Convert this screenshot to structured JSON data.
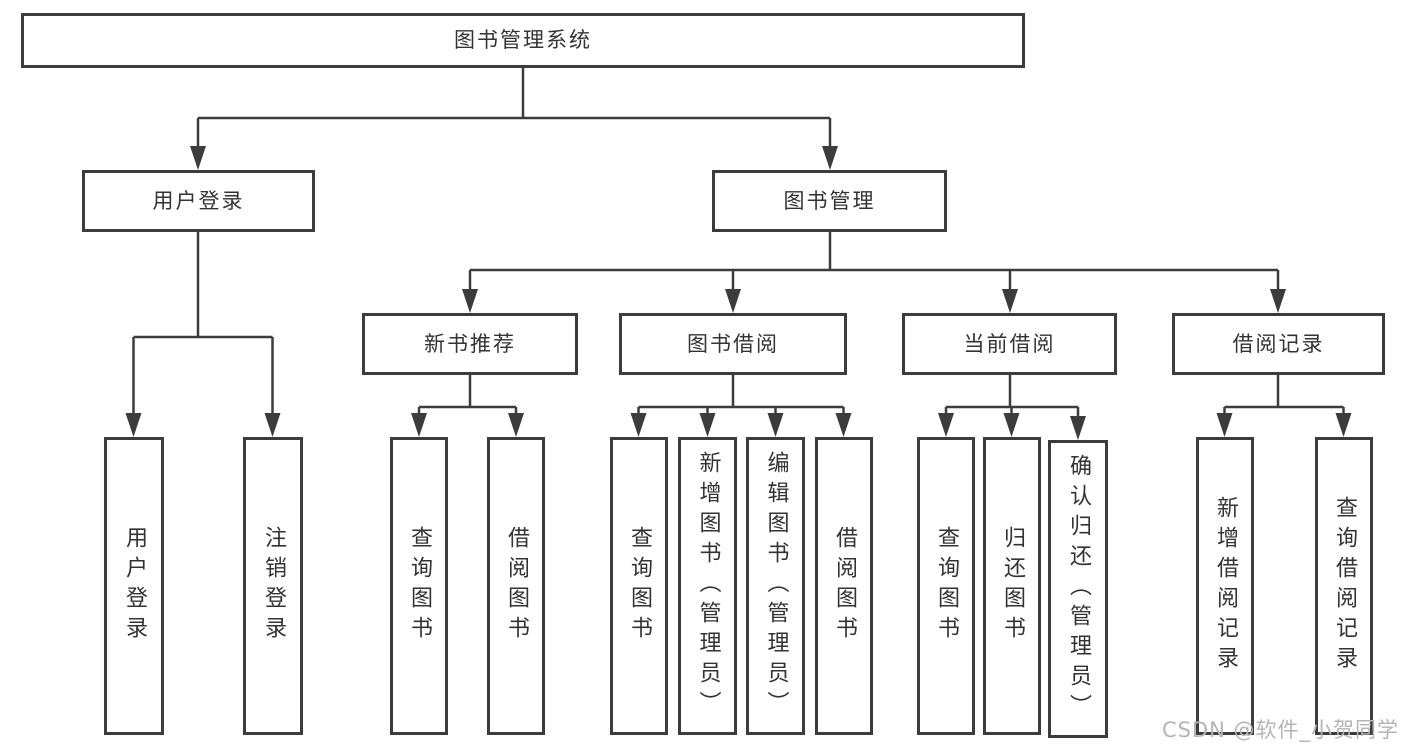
{
  "tree": {
    "label": "图书管理系统",
    "children": [
      {
        "label": "用户登录",
        "children": [
          {
            "label": "用户登录"
          },
          {
            "label": "注销登录"
          }
        ]
      },
      {
        "label": "图书管理",
        "children": [
          {
            "label": "新书推荐",
            "children": [
              {
                "label": "查询图书"
              },
              {
                "label": "借阅图书"
              }
            ]
          },
          {
            "label": "图书借阅",
            "children": [
              {
                "label": "查询图书"
              },
              {
                "label": "新增图书（管理员）"
              },
              {
                "label": "编辑图书（管理员）"
              },
              {
                "label": "借阅图书"
              }
            ]
          },
          {
            "label": "当前借阅",
            "children": [
              {
                "label": "查询图书"
              },
              {
                "label": "归还图书"
              },
              {
                "label": "确认归还（管理员）"
              }
            ]
          },
          {
            "label": "借阅记录",
            "children": [
              {
                "label": "新增借阅记录"
              },
              {
                "label": "查询借阅记录"
              }
            ]
          }
        ]
      }
    ]
  },
  "watermark": {
    "text": "CSDN @软件_小贺同学"
  },
  "colors": {
    "line": "#3c3c3c",
    "text": "#333333",
    "box_bg": "#ffffff",
    "watermark": "#b5b5b5"
  }
}
